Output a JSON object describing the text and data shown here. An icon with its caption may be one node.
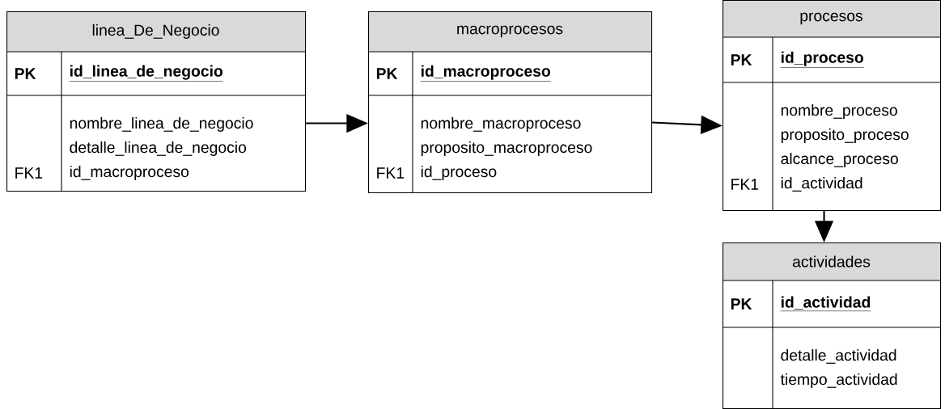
{
  "diagram": {
    "nodes": [
      {
        "text": [
          "linea_De_Negocio",
          "PK",
          "id_linea_de_negocio",
          "nombre_linea_de_negocio",
          "detalle_linea_de_negocio",
          "FK1",
          "id_macroproceso"
        ]
      },
      {
        "text": [
          "macroprocesos",
          "PK",
          "id_macroproceso",
          "nombre_macroproceso",
          "proposito_macroproceso",
          "FK1",
          "id_proceso"
        ]
      },
      {
        "text": [
          "procesos",
          "PK",
          "id_proceso",
          "nombre_proceso",
          "proposito_proceso",
          "alcance_proceso",
          "FK1",
          "id_actividad"
        ]
      },
      {
        "text": [
          "actividades",
          "PK",
          "id_actividad",
          "detalle_actividad",
          "tiempo_actividad"
        ]
      }
    ],
    "edges": [
      {
        "from": 0,
        "to": 1,
        "arrow": "to"
      },
      {
        "from": 1,
        "to": 2,
        "arrow": "to"
      },
      {
        "from": 2,
        "to": 3,
        "arrow": "to"
      }
    ]
  }
}
